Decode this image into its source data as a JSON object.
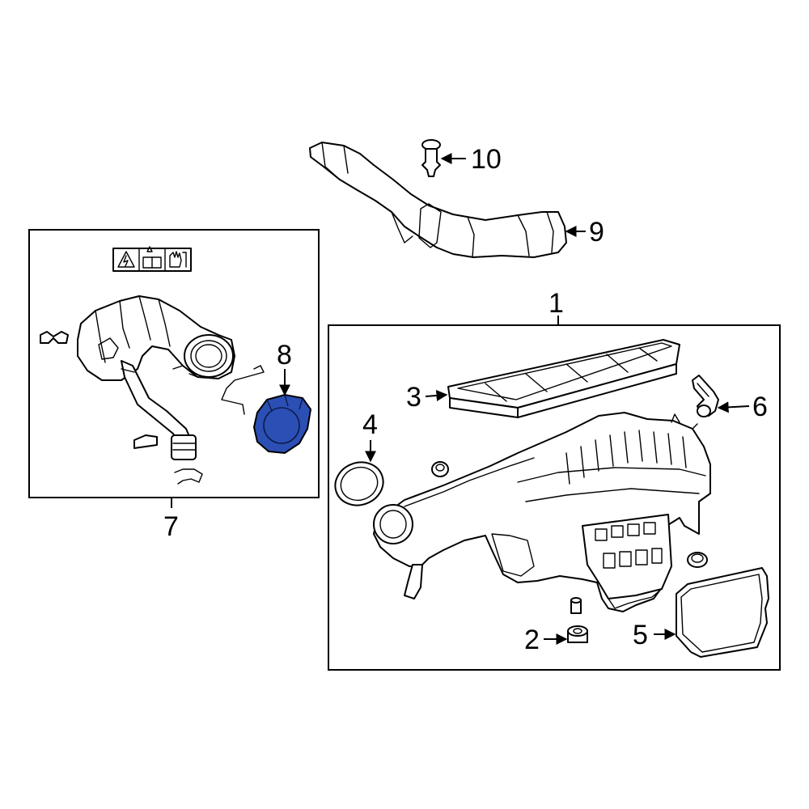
{
  "diagram": {
    "highlight_color": "#2b4fb4",
    "callouts": [
      {
        "id": "c1",
        "label": "1"
      },
      {
        "id": "c2",
        "label": "2"
      },
      {
        "id": "c3",
        "label": "3"
      },
      {
        "id": "c4",
        "label": "4"
      },
      {
        "id": "c5",
        "label": "5"
      },
      {
        "id": "c6",
        "label": "6"
      },
      {
        "id": "c7",
        "label": "7"
      },
      {
        "id": "c8",
        "label": "8"
      },
      {
        "id": "c9",
        "label": "9"
      },
      {
        "id": "c10",
        "label": "10"
      }
    ],
    "warning_label_icons": [
      "electric-hazard-icon",
      "read-manual-icon",
      "hand-warning-icon"
    ]
  }
}
